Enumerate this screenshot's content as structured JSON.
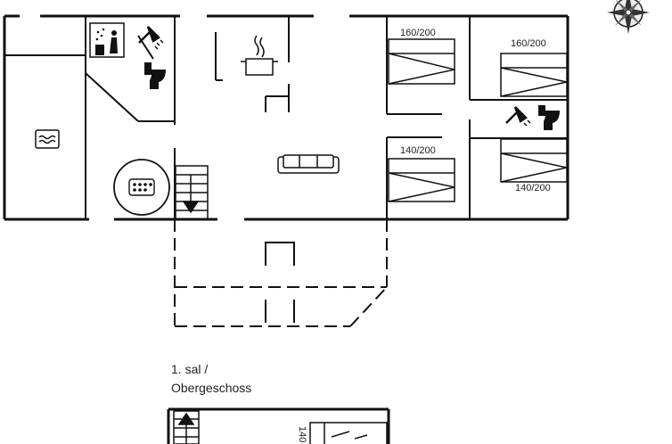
{
  "floorplan": {
    "beds": {
      "bed_top_left": "160/200",
      "bed_top_right": "160/200",
      "bed_bottom_left": "140/200",
      "bed_bottom_right": "140/200",
      "bed_upper_floor": "140"
    },
    "upper_floor_caption": {
      "line1": "1. sal /",
      "line2": "Obergeschoss"
    },
    "icons": [
      "compass-icon",
      "sauna-icon",
      "shower-icon",
      "toilet-icon",
      "pool-icon",
      "cooking-pot-icon",
      "sofa-icon",
      "whirlpool-icon",
      "stairs-down-icon",
      "stairs-up-icon"
    ]
  }
}
